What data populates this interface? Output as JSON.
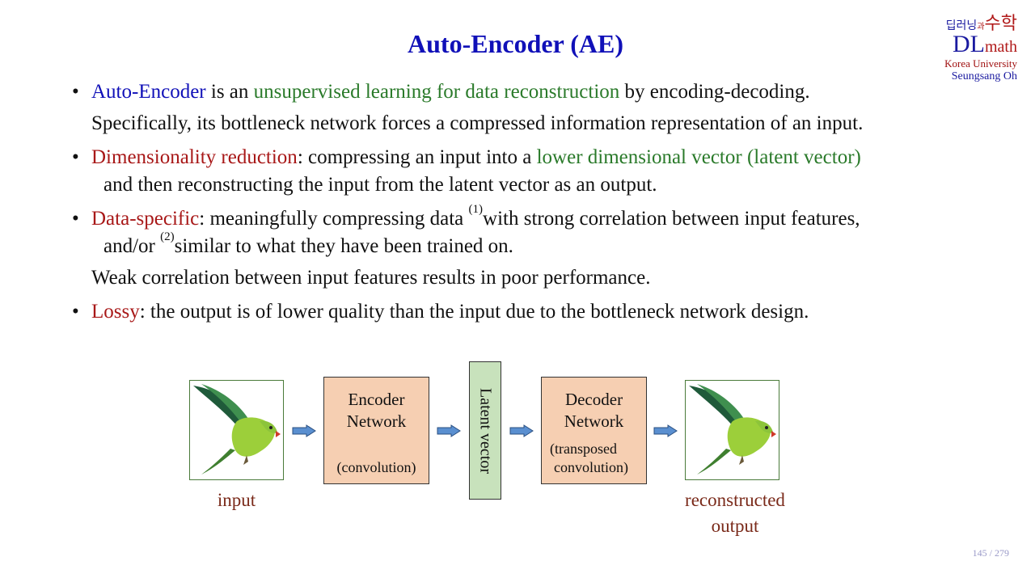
{
  "slide": {
    "title": "Auto-Encoder (AE)",
    "page_current": "145",
    "page_sep": "/",
    "page_total": "279"
  },
  "logo": {
    "korean_left": "딥러닝",
    "korean_mid": "과",
    "korean_right": "수학",
    "dl": "DL",
    "math": "math",
    "university": "Korea University",
    "author": "Seungsang Oh"
  },
  "bullets": {
    "b1": {
      "term": "Auto-Encoder",
      "t1": " is an ",
      "highlight": "unsupervised learning for data reconstruction",
      "t2": " by encoding-decoding.",
      "cont": "Specifically, its bottleneck network forces a compressed information representation of an input."
    },
    "b2": {
      "term": "Dimensionality reduction",
      "t1": ": compressing an input into a ",
      "highlight": "lower dimensional vector (latent vector)",
      "cont": "and then reconstructing the input from the latent vector as an output."
    },
    "b3": {
      "term": "Data-specific",
      "t1": ": meaningfully compressing data ",
      "sup1": "(1)",
      "t2": "with strong correlation between input features,",
      "cont_a": "and/or ",
      "sup2": "(2)",
      "cont_b": "similar to what they have been trained on.",
      "note": "Weak correlation between input features results in poor performance."
    },
    "b4": {
      "term": "Lossy",
      "t1": ": the output is of lower quality than the input due to the bottleneck network design."
    }
  },
  "diagram": {
    "input_label": "input",
    "encoder_title_1": "Encoder",
    "encoder_title_2": "Network",
    "encoder_sub": "(convolution)",
    "latent_label": "Latent vector",
    "decoder_title_1": "Decoder",
    "decoder_title_2": "Network",
    "decoder_sub_1": "(transposed",
    "decoder_sub_2": "convolution)",
    "output_label_1": "reconstructed",
    "output_label_2": "output",
    "arrow_color": "#5a8fd0",
    "encoder_color": "#f6cfb2",
    "latent_color": "#c8e2bc"
  }
}
